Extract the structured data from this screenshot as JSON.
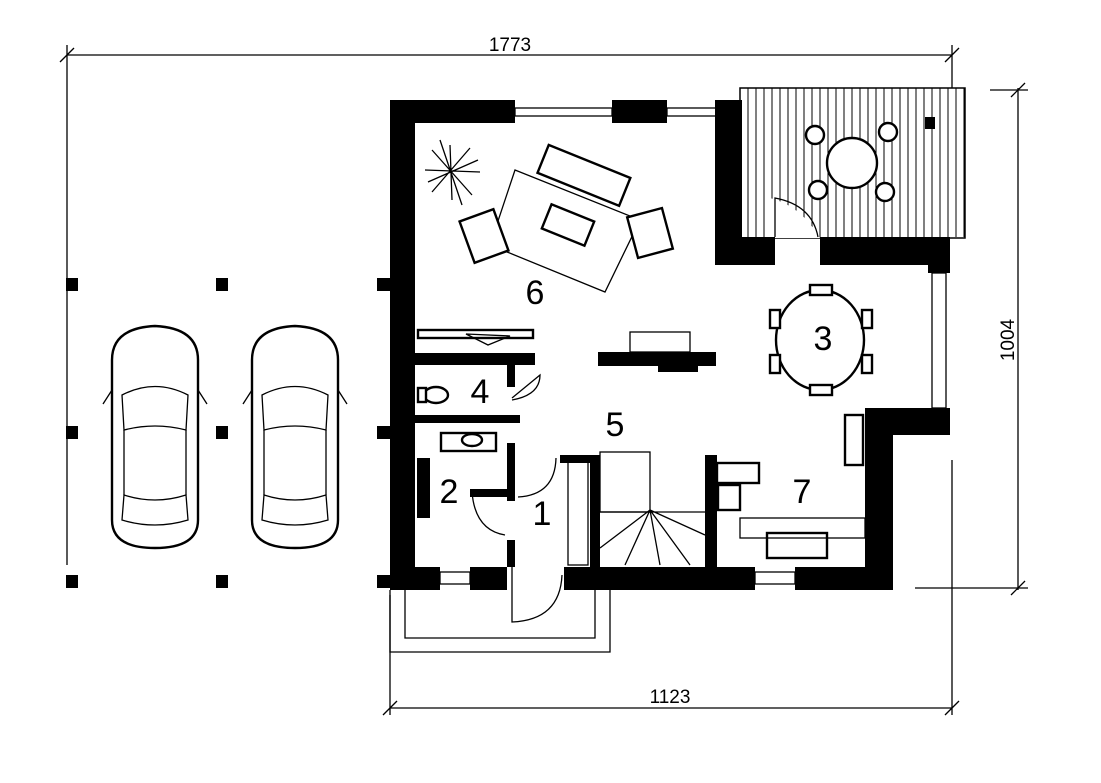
{
  "plan": {
    "dimensions": {
      "total_width": "1773",
      "house_width": "1123",
      "depth": "1004"
    },
    "rooms": [
      {
        "number": "1"
      },
      {
        "number": "2"
      },
      {
        "number": "3"
      },
      {
        "number": "4"
      },
      {
        "number": "5"
      },
      {
        "number": "6"
      },
      {
        "number": "7"
      }
    ]
  }
}
